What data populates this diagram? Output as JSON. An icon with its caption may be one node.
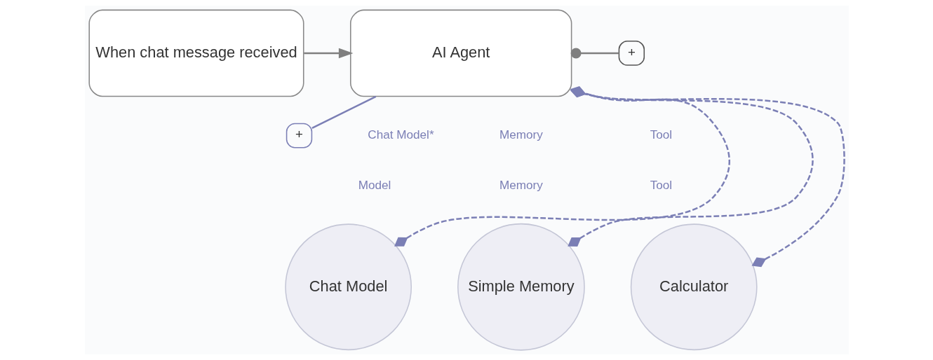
{
  "diagram": {
    "nodes": [
      {
        "text": [
          "When chat message received"
        ]
      },
      {
        "text": [
          "AI Agent"
        ]
      },
      {
        "text": [
          "Chat Model"
        ]
      },
      {
        "text": [
          "Simple Memory"
        ]
      },
      {
        "text": [
          "Calculator"
        ]
      },
      {
        "text": [
          "+"
        ]
      },
      {
        "text": [
          "+"
        ]
      }
    ],
    "edges": [
      {
        "from": 0,
        "to": 1,
        "arrow": "to",
        "color": "#7f7f7f"
      },
      {
        "from": 1,
        "to": 5,
        "arrow": "other",
        "color": "#7f7f7f"
      },
      {
        "from": 1,
        "to": 6,
        "arrow": "none"
      },
      {
        "from": 2,
        "to": 1,
        "arrow": "other",
        "style": "dashed"
      },
      {
        "from": 3,
        "to": 1,
        "arrow": "other",
        "style": "dashed"
      },
      {
        "from": 4,
        "to": 1,
        "arrow": "other",
        "style": "dashed"
      }
    ],
    "labels": [
      "Chat Model*",
      "Memory",
      "Tool",
      "Model",
      "Memory",
      "Tool"
    ]
  }
}
